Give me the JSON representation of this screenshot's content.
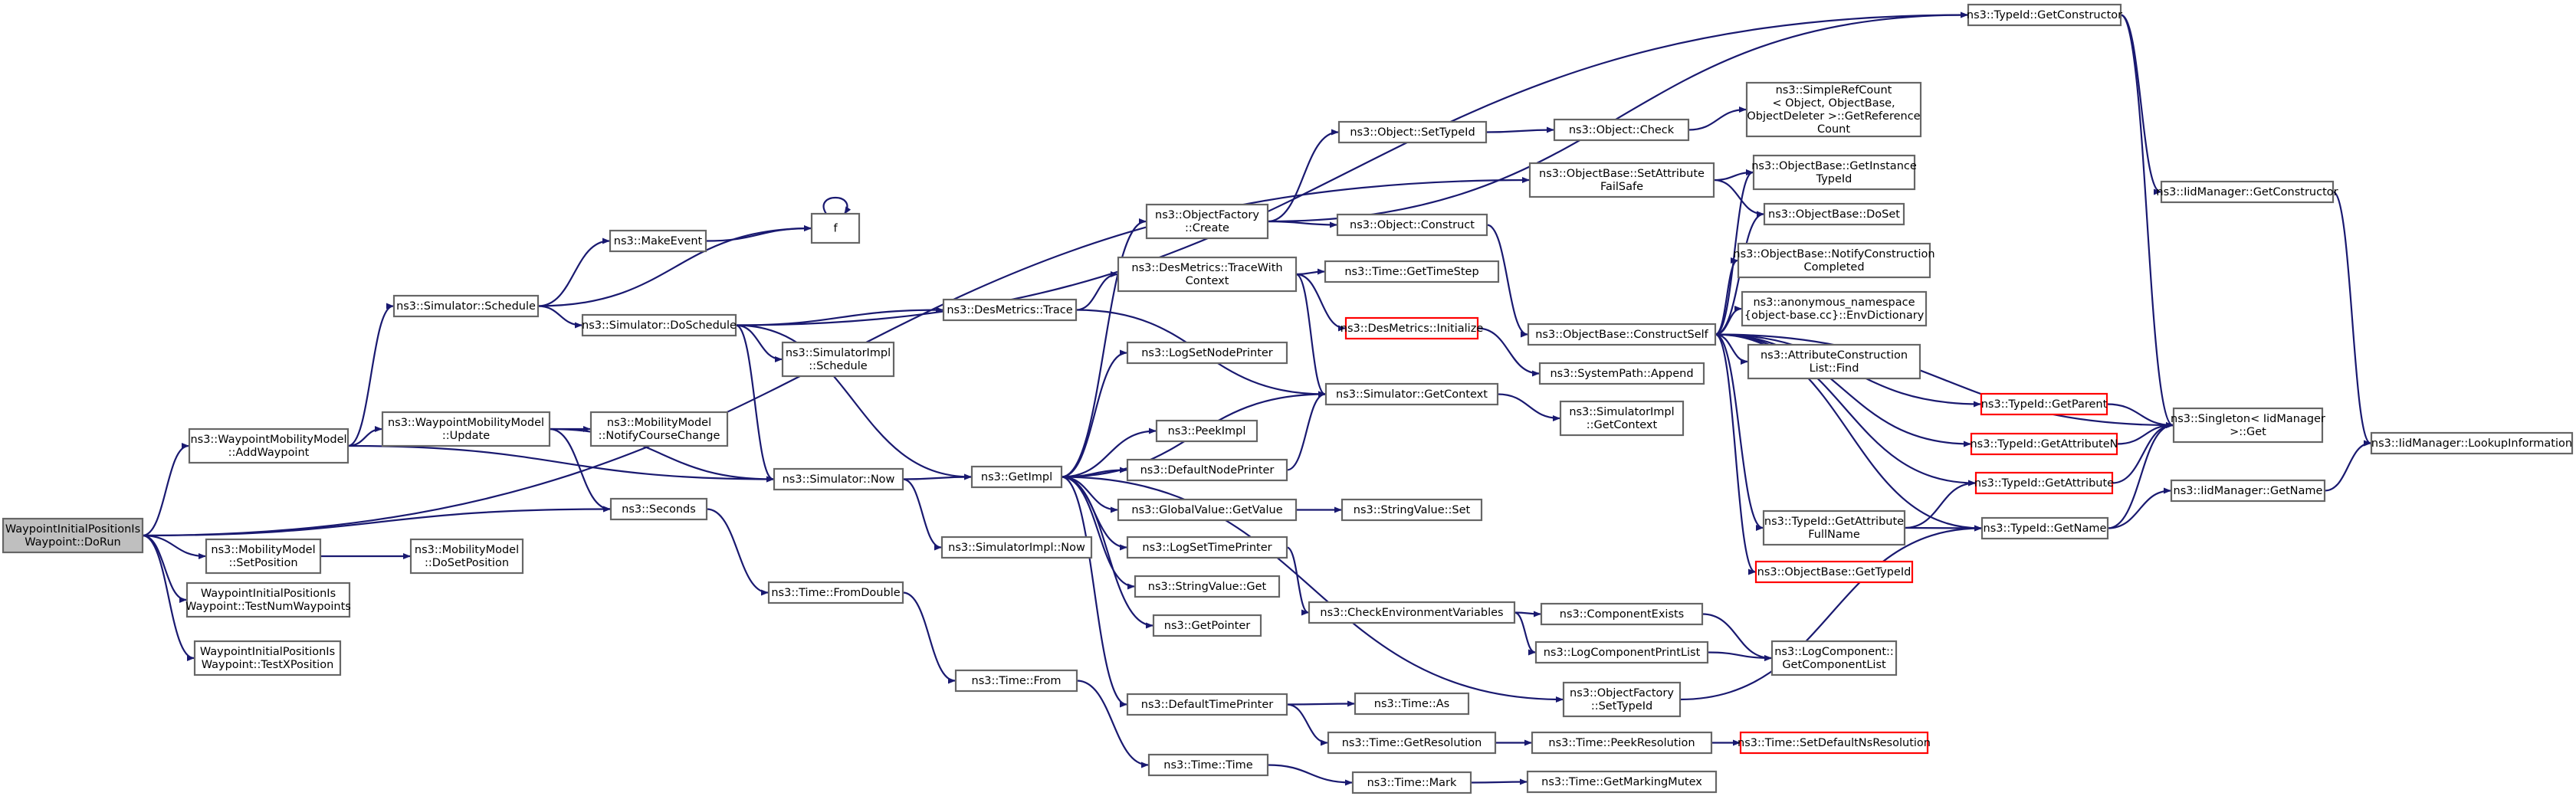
{
  "graph": {
    "nodes": [
      {
        "id": "root",
        "lines": [
          "WaypointInitialPositionIs",
          "Waypoint::DoRun"
        ],
        "root": true
      },
      {
        "id": "addWaypoint",
        "lines": [
          "ns3::WaypointMobilityModel",
          "::AddWaypoint"
        ]
      },
      {
        "id": "setPosition",
        "lines": [
          "ns3::MobilityModel",
          "::SetPosition"
        ]
      },
      {
        "id": "testNum",
        "lines": [
          "WaypointInitialPositionIs",
          "Waypoint::TestNumWaypoints"
        ]
      },
      {
        "id": "testX",
        "lines": [
          "WaypointInitialPositionIs",
          "Waypoint::TestXPosition"
        ]
      },
      {
        "id": "schedule",
        "lines": [
          "ns3::Simulator::Schedule"
        ]
      },
      {
        "id": "update",
        "lines": [
          "ns3::WaypointMobilityModel",
          "::Update"
        ]
      },
      {
        "id": "makeEvent",
        "lines": [
          "ns3::MakeEvent"
        ]
      },
      {
        "id": "f",
        "lines": [
          "f"
        ]
      },
      {
        "id": "doSchedule",
        "lines": [
          "ns3::Simulator::DoSchedule"
        ]
      },
      {
        "id": "notifyCourse",
        "lines": [
          "ns3::MobilityModel",
          "::NotifyCourseChange"
        ]
      },
      {
        "id": "now",
        "lines": [
          "ns3::Simulator::Now"
        ]
      },
      {
        "id": "seconds",
        "lines": [
          "ns3::Seconds"
        ]
      },
      {
        "id": "doSetPosition",
        "lines": [
          "ns3::MobilityModel",
          "::DoSetPosition"
        ]
      },
      {
        "id": "simImplSchedule",
        "lines": [
          "ns3::SimulatorImpl",
          "::Schedule"
        ]
      },
      {
        "id": "desTrace",
        "lines": [
          "ns3::DesMetrics::Trace"
        ]
      },
      {
        "id": "getImpl",
        "lines": [
          "ns3::GetImpl"
        ]
      },
      {
        "id": "simImplNow",
        "lines": [
          "ns3::SimulatorImpl::Now"
        ]
      },
      {
        "id": "fromDouble",
        "lines": [
          "ns3::Time::FromDouble"
        ]
      },
      {
        "id": "timeFrom",
        "lines": [
          "ns3::Time::From"
        ]
      },
      {
        "id": "timeTime",
        "lines": [
          "ns3::Time::Time"
        ]
      },
      {
        "id": "objFactoryCreate",
        "lines": [
          "ns3::ObjectFactory",
          "::Create"
        ]
      },
      {
        "id": "traceWithContext",
        "lines": [
          "ns3::DesMetrics::TraceWith",
          "Context"
        ]
      },
      {
        "id": "logSetNode",
        "lines": [
          "ns3::LogSetNodePrinter"
        ]
      },
      {
        "id": "peekImpl",
        "lines": [
          "ns3::PeekImpl"
        ]
      },
      {
        "id": "defaultNode",
        "lines": [
          "ns3::DefaultNodePrinter"
        ]
      },
      {
        "id": "globalGet",
        "lines": [
          "ns3::GlobalValue::GetValue"
        ]
      },
      {
        "id": "logSetTime",
        "lines": [
          "ns3::LogSetTimePrinter"
        ]
      },
      {
        "id": "stringGet",
        "lines": [
          "ns3::StringValue::Get"
        ]
      },
      {
        "id": "getPointer",
        "lines": [
          "ns3::GetPointer"
        ]
      },
      {
        "id": "defaultTime",
        "lines": [
          "ns3::DefaultTimePrinter"
        ]
      },
      {
        "id": "setTypeId",
        "lines": [
          "ns3::Object::SetTypeId"
        ]
      },
      {
        "id": "objConstruct",
        "lines": [
          "ns3::Object::Construct"
        ]
      },
      {
        "id": "getTimeStep",
        "lines": [
          "ns3::Time::GetTimeStep"
        ]
      },
      {
        "id": "desInit",
        "lines": [
          "ns3::DesMetrics::Initialize"
        ],
        "trunc": true
      },
      {
        "id": "getContext",
        "lines": [
          "ns3::Simulator::GetContext"
        ]
      },
      {
        "id": "stringSet",
        "lines": [
          "ns3::StringValue::Set"
        ]
      },
      {
        "id": "checkEnv",
        "lines": [
          "ns3::CheckEnvironmentVariables"
        ]
      },
      {
        "id": "timeAs",
        "lines": [
          "ns3::Time::As"
        ]
      },
      {
        "id": "getResolution",
        "lines": [
          "ns3::Time::GetResolution"
        ]
      },
      {
        "id": "timeMark",
        "lines": [
          "ns3::Time::Mark"
        ]
      },
      {
        "id": "objCheck",
        "lines": [
          "ns3::Object::Check"
        ]
      },
      {
        "id": "setAttrFailSafe",
        "lines": [
          "ns3::ObjectBase::SetAttribute",
          "FailSafe"
        ]
      },
      {
        "id": "constructSelf",
        "lines": [
          "ns3::ObjectBase::ConstructSelf"
        ]
      },
      {
        "id": "sysPathAppend",
        "lines": [
          "ns3::SystemPath::Append"
        ]
      },
      {
        "id": "simImplGetContext",
        "lines": [
          "ns3::SimulatorImpl",
          "::GetContext"
        ]
      },
      {
        "id": "componentExists",
        "lines": [
          "ns3::ComponentExists"
        ]
      },
      {
        "id": "logCompPrintList",
        "lines": [
          "ns3::LogComponentPrintList"
        ]
      },
      {
        "id": "objFactorySetTypeId",
        "lines": [
          "ns3::ObjectFactory",
          "::SetTypeId"
        ]
      },
      {
        "id": "peekResolution",
        "lines": [
          "ns3::Time::PeekResolution"
        ]
      },
      {
        "id": "getMarkingMutex",
        "lines": [
          "ns3::Time::GetMarkingMutex"
        ]
      },
      {
        "id": "typeIdGetConstructor",
        "lines": [
          "ns3::TypeId::GetConstructor"
        ]
      },
      {
        "id": "simpleRefCount",
        "lines": [
          "ns3::SimpleRefCount",
          "< Object, ObjectBase,",
          "ObjectDeleter >::GetReference",
          "Count"
        ]
      },
      {
        "id": "getInstanceTypeId",
        "lines": [
          "ns3::ObjectBase::GetInstance",
          "TypeId"
        ]
      },
      {
        "id": "doSet",
        "lines": [
          "ns3::ObjectBase::DoSet"
        ]
      },
      {
        "id": "notifyConstruction",
        "lines": [
          "ns3::ObjectBase::NotifyConstruction",
          "Completed"
        ]
      },
      {
        "id": "envDictionary",
        "lines": [
          "ns3::anonymous_namespace",
          "{object-base.cc}::EnvDictionary"
        ]
      },
      {
        "id": "attrConstructionFind",
        "lines": [
          "ns3::AttributeConstruction",
          "List::Find"
        ]
      },
      {
        "id": "typeIdGetParent",
        "lines": [
          "ns3::TypeId::GetParent"
        ],
        "trunc": true
      },
      {
        "id": "typeIdGetAttributeN",
        "lines": [
          "ns3::TypeId::GetAttributeN"
        ],
        "trunc": true
      },
      {
        "id": "typeIdGetAttribute",
        "lines": [
          "ns3::TypeId::GetAttribute"
        ],
        "trunc": true
      },
      {
        "id": "getAttrFullName",
        "lines": [
          "ns3::TypeId::GetAttribute",
          "FullName"
        ]
      },
      {
        "id": "objBaseGetTypeId",
        "lines": [
          "ns3::ObjectBase::GetTypeId"
        ],
        "trunc": true
      },
      {
        "id": "logCompGetList",
        "lines": [
          "ns3::LogComponent::",
          "GetComponentList"
        ]
      },
      {
        "id": "setDefaultNsRes",
        "lines": [
          "ns3::Time::SetDefaultNsResolution"
        ],
        "trunc": true
      },
      {
        "id": "iidGetConstructor",
        "lines": [
          "ns3::IidManager::GetConstructor"
        ]
      },
      {
        "id": "singletonGet",
        "lines": [
          "ns3::Singleton< IidManager",
          " >::Get"
        ]
      },
      {
        "id": "typeIdGetName",
        "lines": [
          "ns3::TypeId::GetName"
        ]
      },
      {
        "id": "iidGetName",
        "lines": [
          "ns3::IidManager::GetName"
        ]
      },
      {
        "id": "iidLookupInfo",
        "lines": [
          "ns3::IidManager::LookupInformation"
        ]
      }
    ]
  }
}
